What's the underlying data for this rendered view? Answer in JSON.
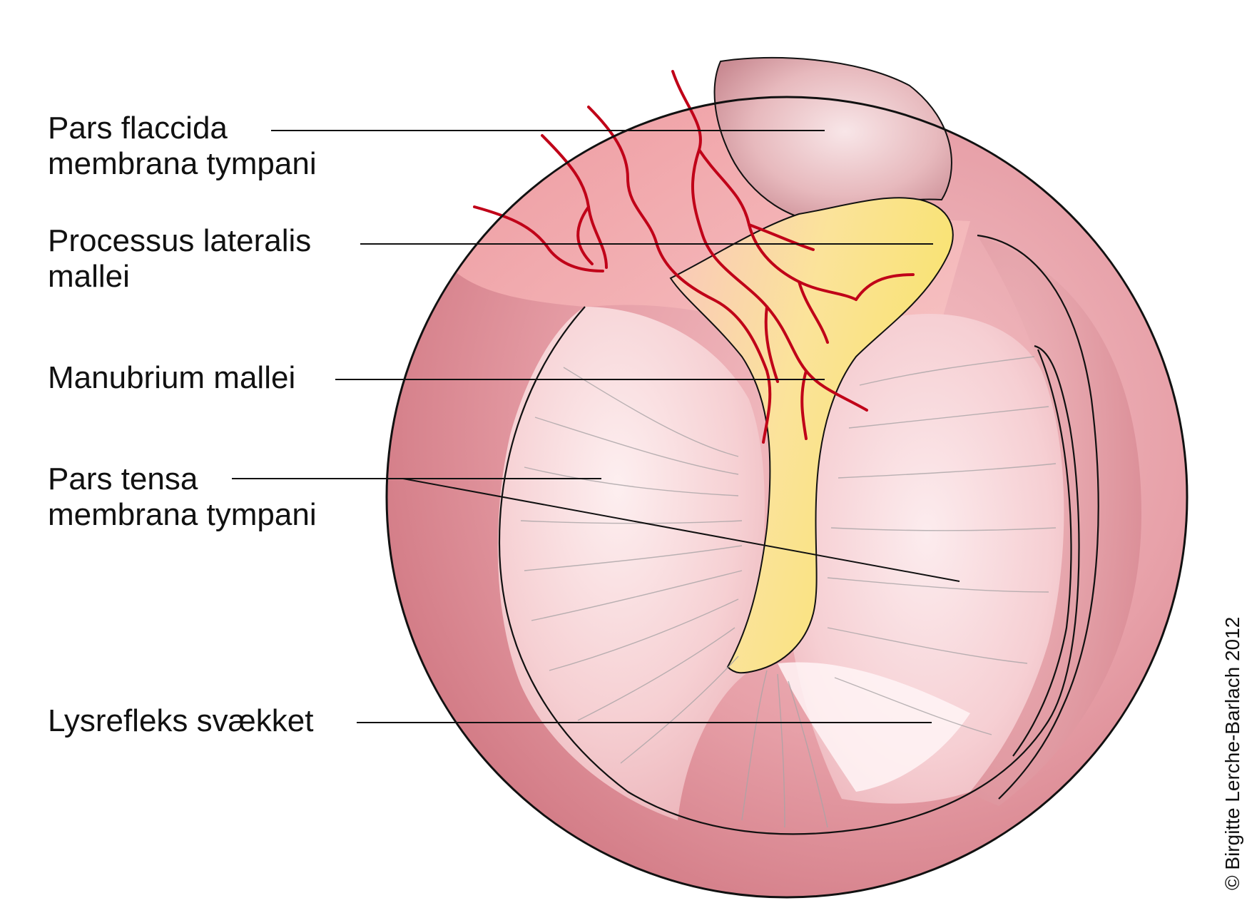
{
  "labels": {
    "pars_flaccida": {
      "line1": "Pars flaccida",
      "line2": "membrana tympani"
    },
    "processus_lateralis": {
      "line1": "Processus lateralis",
      "line2": "mallei"
    },
    "manubrium": {
      "line1": "Manubrium mallei"
    },
    "pars_tensa": {
      "line1": "Pars tensa",
      "line2": "membrana tympani"
    },
    "lysrefleks": {
      "line1": "Lysrefleks svækket"
    }
  },
  "copyright": "© Birgitte Lerche-Barlach 2012",
  "colors": {
    "ear_canal": "#d98a93",
    "membrane": "#f8d6d8",
    "flaccida": "#f3a3a6",
    "malleus": "#f8e07a",
    "vessel": "#c00018",
    "outline": "#111111"
  }
}
